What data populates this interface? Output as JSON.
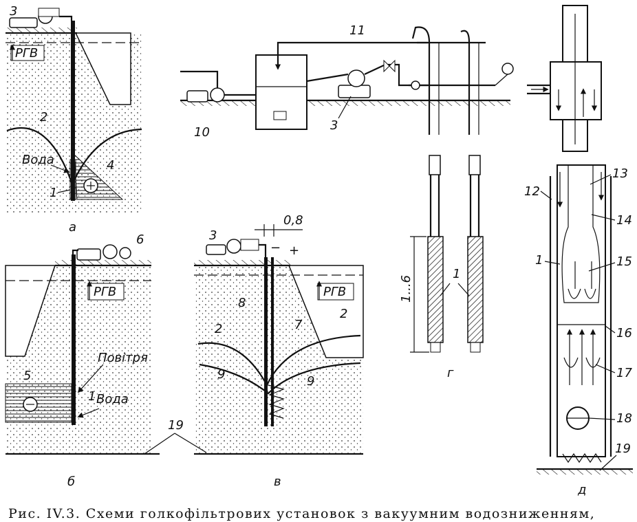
{
  "caption": "Рис. IV.3. Схеми голкофільтрових установок з вакуумним водозниженням,",
  "panel_letters": {
    "a": "а",
    "b": "б",
    "v": "в",
    "g": "г",
    "d": "д"
  },
  "labels": {
    "rgv": "РГВ",
    "voda": "Вода",
    "povitrya": "Повітря",
    "plus": "+",
    "minus": "−",
    "dim_08": "0,8",
    "dim_1_6": "1...6"
  },
  "numbers": {
    "n1": "1",
    "n2": "2",
    "n3": "3",
    "n4": "4",
    "n5": "5",
    "n6": "6",
    "n7": "7",
    "n8": "8",
    "n9": "9",
    "n10": "10",
    "n11": "11",
    "n12": "12",
    "n13": "13",
    "n14": "14",
    "n15": "15",
    "n16": "16",
    "n17": "17",
    "n18": "18",
    "n19": "19"
  }
}
